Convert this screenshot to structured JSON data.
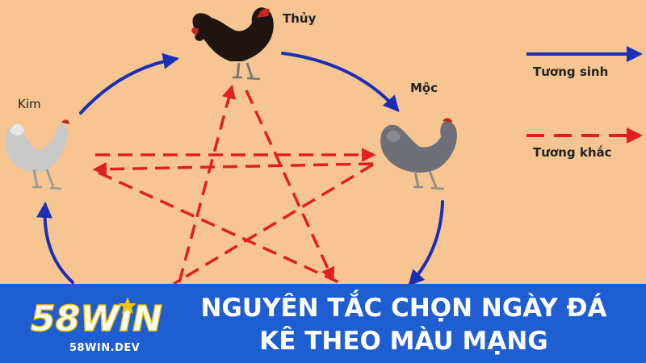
{
  "diagram": {
    "elements": {
      "top": "Thủy",
      "right": "Mộc",
      "left": "Kim"
    },
    "legend": {
      "generating_label": "Tương sinh",
      "overcoming_label": "Tương khắc"
    },
    "colors": {
      "background": "#f6c592",
      "generating_arrow": "#1a2fb5",
      "overcoming_arrow": "#e02020"
    }
  },
  "banner": {
    "brand_text": "58WIN",
    "brand_url": "58WIN.DEV",
    "headline_line1": "NGUYÊN TẮC CHỌN NGÀY ĐÁ",
    "headline_line2": "KÊ THEO MÀU MẠNG",
    "colors": {
      "background": "#1f5ed1",
      "brand_yellow": "#f7c600",
      "text": "#ffffff"
    }
  }
}
